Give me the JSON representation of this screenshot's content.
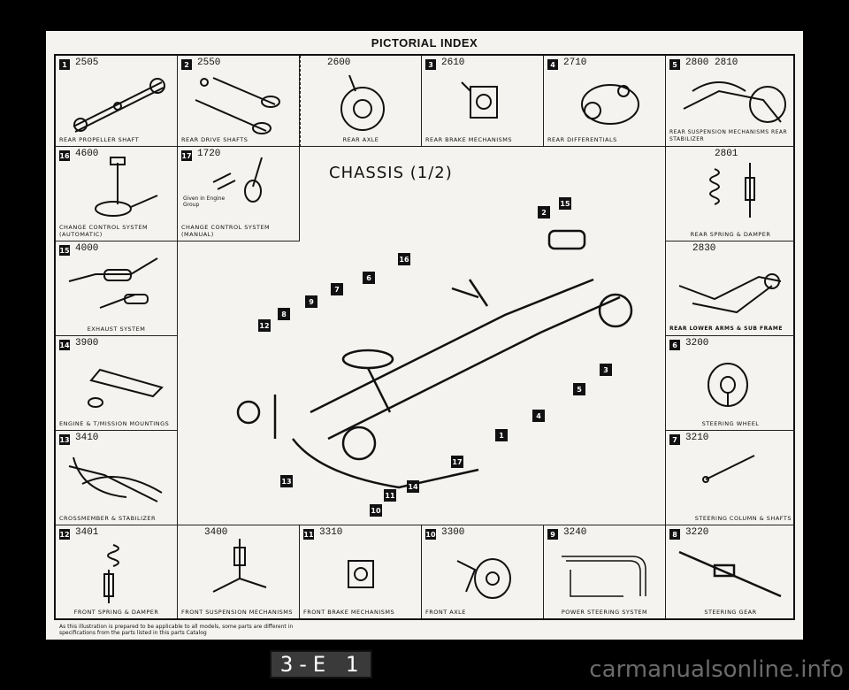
{
  "header": {
    "title": "PICTORIAL INDEX"
  },
  "main_title": "CHASSIS (1/2)",
  "cells": {
    "c1": {
      "num": "1",
      "code": "2505",
      "caption": "REAR PROPELLER SHAFT"
    },
    "c2": {
      "num": "2",
      "code": "2550",
      "caption": "REAR DRIVE SHAFTS"
    },
    "c3": {
      "code": "2600",
      "caption": "REAR AXLE"
    },
    "c4": {
      "num": "3",
      "code": "2610",
      "caption": "REAR BRAKE MECHANISMS"
    },
    "c5": {
      "num": "4",
      "code": "2710",
      "caption": "REAR DIFFERENTIALS"
    },
    "c6": {
      "num": "5",
      "code": "2800  2810",
      "caption": "REAR SUSPENSION MECHANISMS REAR STABILIZER"
    },
    "c7": {
      "num": "16",
      "code": "4600",
      "caption": "CHANGE CONTROL SYSTEM (AUTOMATIC)"
    },
    "c8": {
      "num": "17",
      "code": "1720",
      "caption": "CHANGE CONTROL SYSTEM (MANUAL)",
      "note": "Given in Engine Group"
    },
    "c9": {
      "code": "2801",
      "caption": "REAR SPRING & DAMPER"
    },
    "c10": {
      "num": "15",
      "code": "4000",
      "caption": "EXHAUST SYSTEM"
    },
    "c11": {
      "code": "2830",
      "caption": "REAR LOWER ARMS & SUB FRAME"
    },
    "c12": {
      "num": "14",
      "code": "3900",
      "caption": "ENGINE & T/MISSION MOUNTINGS"
    },
    "c13": {
      "num": "6",
      "code": "3200",
      "caption": "STEERING WHEEL"
    },
    "c14": {
      "num": "13",
      "code": "3410",
      "caption": "CROSSMEMBER & STABILIZER"
    },
    "c15": {
      "num": "7",
      "code": "3210",
      "caption": "STEERING COLUMN & SHAFTS"
    },
    "c16": {
      "num": "12",
      "code": "3401",
      "caption": "FRONT SPRING & DAMPER"
    },
    "c17": {
      "code": "3400",
      "caption": "FRONT SUSPENSION MECHANISMS"
    },
    "c18": {
      "num": "11",
      "code": "3310",
      "caption": "FRONT BRAKE MECHANISMS"
    },
    "c19": {
      "num": "10",
      "code": "3300",
      "caption": "FRONT AXLE"
    },
    "c20": {
      "num": "9",
      "code": "3240",
      "caption": "POWER STEERING SYSTEM"
    },
    "c21": {
      "num": "8",
      "code": "3220",
      "caption": "STEERING GEAR"
    }
  },
  "callouts": [
    "1",
    "2",
    "3",
    "4",
    "5",
    "6",
    "7",
    "8",
    "9",
    "10",
    "11",
    "12",
    "13",
    "14",
    "15",
    "16",
    "17"
  ],
  "footnote": "As this illustration is prepared to be applicable to all models, some parts are different in specifications from the parts listed in this parts Catalog",
  "page_number": "3-E 1",
  "watermark": "carmanualsonline.info"
}
